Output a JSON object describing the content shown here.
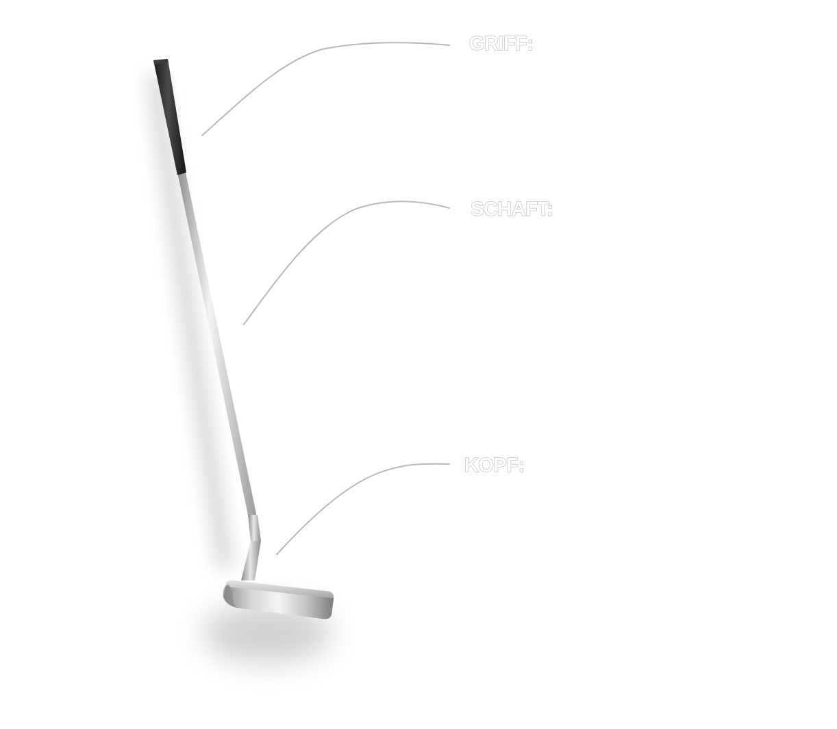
{
  "labels": {
    "grip": "GRIFF:",
    "shaft": "SCHAFT:",
    "head": "KOPF:"
  },
  "colors": {
    "background": "#ffffff",
    "grip": "#2a2a2a",
    "shaft": "#c9c9c9",
    "head": "#b0b0b0",
    "label_outline": "#b5b5b5",
    "leader_line": "#b8b8b8"
  }
}
